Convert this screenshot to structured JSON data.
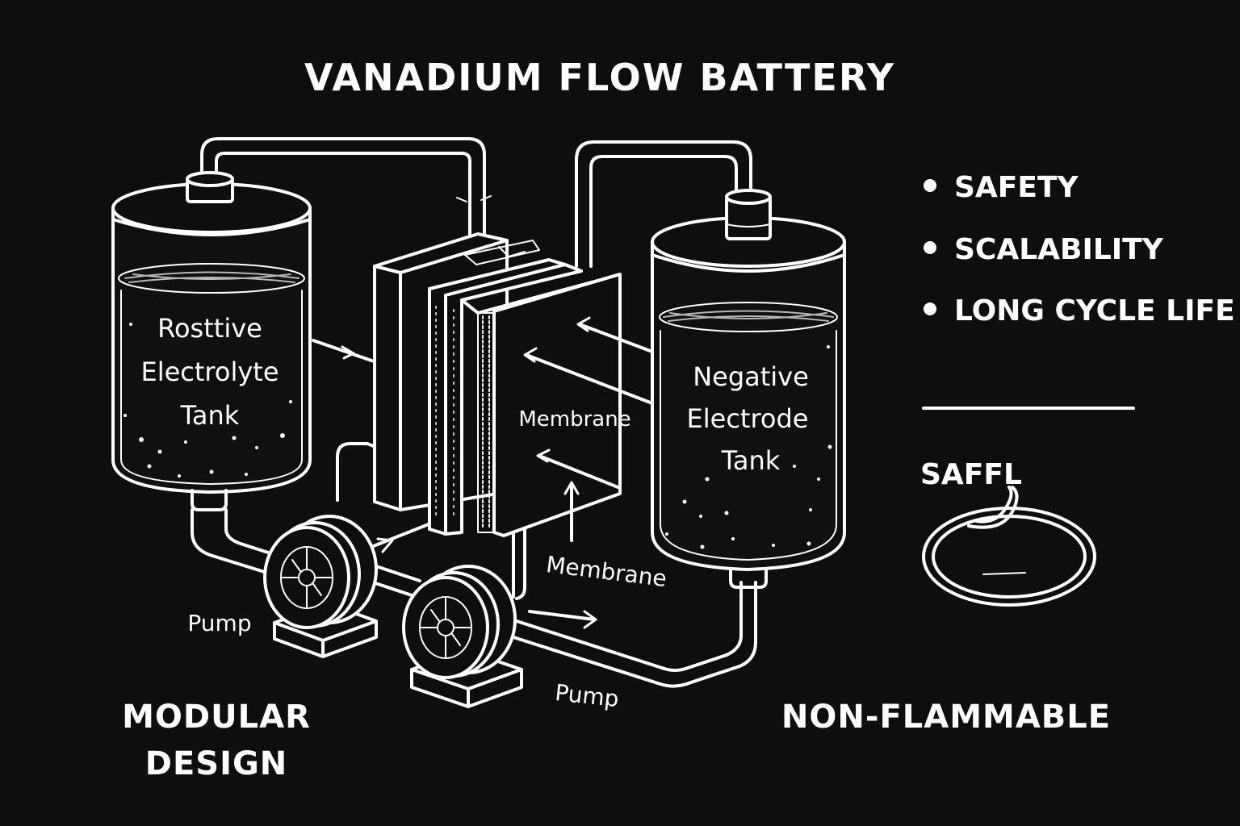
{
  "title": "VANADIUM FLOW BATTERY",
  "tanks": {
    "positive": {
      "label_lines": [
        "Rosttive",
        "Electrolyte",
        "Tank"
      ]
    },
    "negative": {
      "label_lines": [
        "Negative",
        "Electrode",
        "Tank"
      ]
    }
  },
  "cell_stack": {
    "membrane_label": "Membrane"
  },
  "membrane_callout": "Membrane",
  "pumps": [
    {
      "label": "Pump"
    },
    {
      "label": "Pump"
    }
  ],
  "features": {
    "bullets": [
      "SAFETY",
      "SCALABILITY",
      "LONG CYCLE LIFE"
    ],
    "safety_sketch_label": "SAFFL"
  },
  "footer": {
    "left_lines": [
      "MODULAR",
      "DESIGN"
    ],
    "right": "NON-FLAMMABLE"
  },
  "colors": {
    "background": "#0e0e0e",
    "stroke": "#ffffff"
  }
}
